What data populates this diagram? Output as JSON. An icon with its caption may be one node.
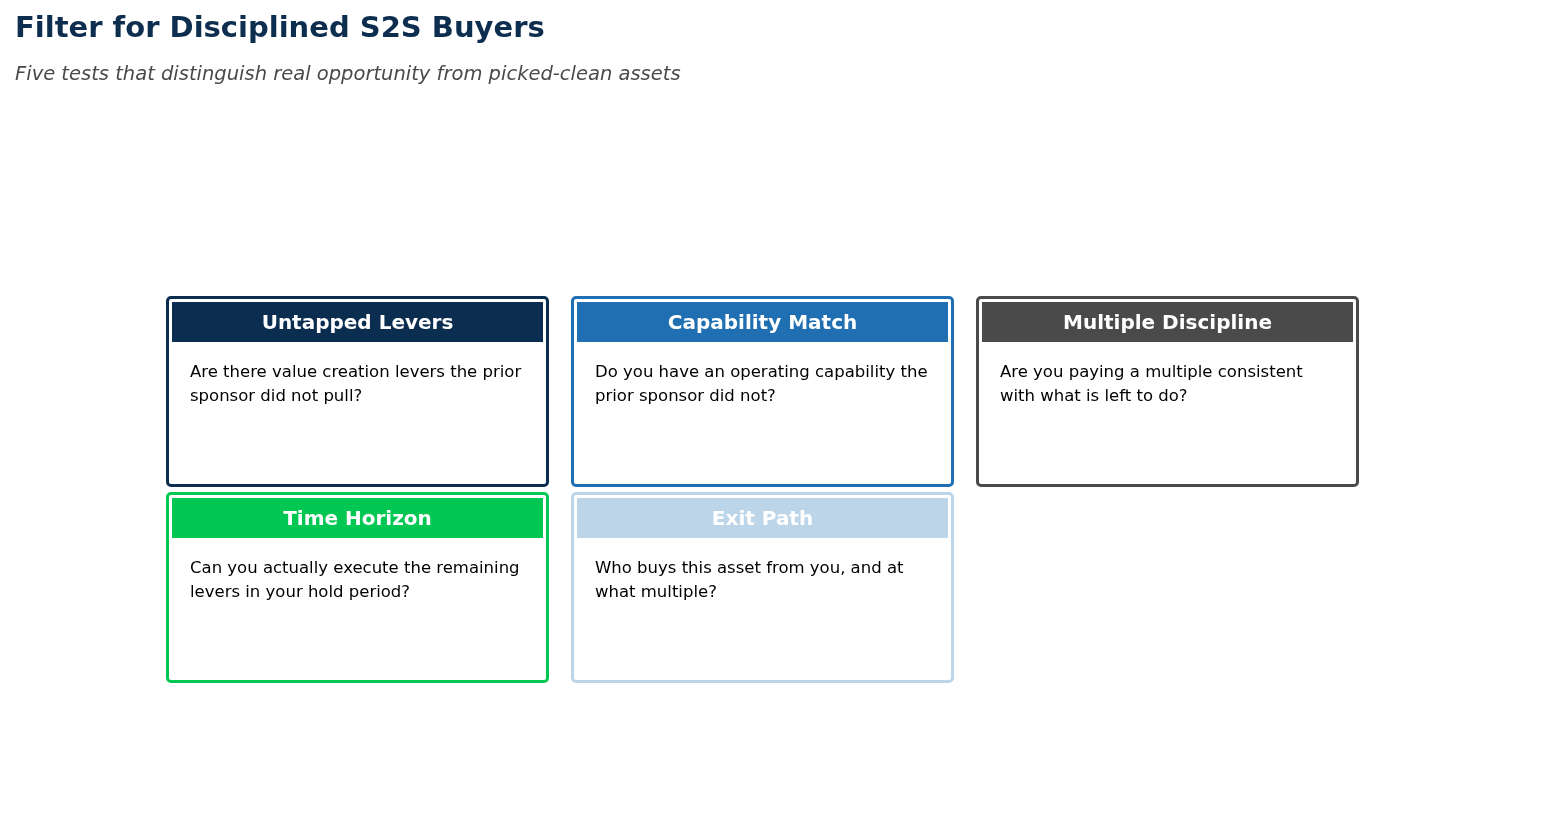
{
  "diagram": {
    "title": "Filter for Disciplined S2S Buyers",
    "caption": "Five tests that distinguish real opportunity from picked-clean assets",
    "nodes": [
      {
        "text": [
          "Untapped Levers",
          "Are there value creation levers the prior sponsor did not pull?"
        ]
      },
      {
        "text": [
          "Capability Match",
          "Do you have an operating capability the prior sponsor did not?"
        ]
      },
      {
        "text": [
          "Multiple Discipline",
          "Are you paying a multiple consistent with what is left to do?"
        ]
      },
      {
        "text": [
          "Time Horizon",
          "Can you actually execute the remaining levers in your hold period?"
        ]
      },
      {
        "text": [
          "Exit Path",
          "Who buys this asset from you, and at what multiple?"
        ]
      }
    ]
  }
}
